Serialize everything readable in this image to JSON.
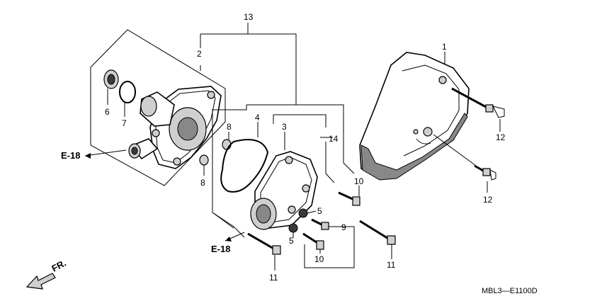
{
  "diagram": {
    "code": "MBL3—E1100D",
    "front_marker": "FR.",
    "references": [
      {
        "id": "ref-top",
        "text": "E-18"
      },
      {
        "id": "ref-bottom",
        "text": "E-18"
      }
    ],
    "callouts": [
      {
        "id": "c1",
        "text": "1"
      },
      {
        "id": "c2",
        "text": "2"
      },
      {
        "id": "c3",
        "text": "3"
      },
      {
        "id": "c4",
        "text": "4"
      },
      {
        "id": "c5a",
        "text": "5"
      },
      {
        "id": "c5b",
        "text": "5"
      },
      {
        "id": "c6",
        "text": "6"
      },
      {
        "id": "c7",
        "text": "7"
      },
      {
        "id": "c8a",
        "text": "8"
      },
      {
        "id": "c8b",
        "text": "8"
      },
      {
        "id": "c9",
        "text": "9"
      },
      {
        "id": "c10a",
        "text": "10"
      },
      {
        "id": "c10b",
        "text": "10"
      },
      {
        "id": "c11a",
        "text": "11"
      },
      {
        "id": "c11b",
        "text": "11"
      },
      {
        "id": "c12a",
        "text": "12"
      },
      {
        "id": "c12b",
        "text": "12"
      },
      {
        "id": "c13",
        "text": "13"
      },
      {
        "id": "c14",
        "text": "14"
      }
    ]
  }
}
